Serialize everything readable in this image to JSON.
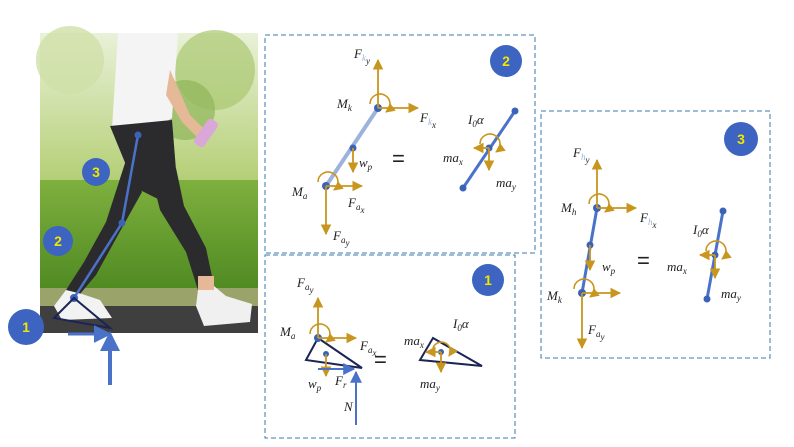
{
  "colors": {
    "segment": "#4a72c8",
    "segment_light": "#9db3dd",
    "joint": "#3a63b8",
    "force_arrow": "#c8961e",
    "panel_border": "#3c78a8",
    "badge_fill": "#3c64c0",
    "badge_text": "#f2e600",
    "foot_outline": "#1c2455",
    "ground_force": "#4a72c8"
  },
  "badges": {
    "photo_1": "1",
    "photo_2": "2",
    "photo_3": "3",
    "panel_1": "1",
    "panel_2": "2",
    "panel_3": "3"
  },
  "panel2": {
    "fky": "F",
    "fky_sub": "k",
    "fky_sub2": "y",
    "fkx": "F",
    "fkx_sub": "k",
    "fkx_sub2": "x",
    "mk": "M",
    "mk_sub": "k",
    "wp": "w",
    "wp_sub": "p",
    "ma": "M",
    "ma_sub": "a",
    "fax": "F",
    "fax_sub": "a",
    "fax_sub2": "x",
    "fay": "F",
    "fay_sub": "a",
    "fay_sub2": "y",
    "equals": "=",
    "i0a": "I",
    "i0a_sub": "0",
    "i0a_tail": "α",
    "max": "ma",
    "max_sub": "x",
    "may": "ma",
    "may_sub": "y"
  },
  "panel1": {
    "fay": "F",
    "fay_sub": "a",
    "fay_sub2": "y",
    "ma": "M",
    "ma_sub": "a",
    "fax": "F",
    "fax_sub": "a",
    "fax_sub2": "x",
    "wp": "w",
    "wp_sub": "p",
    "fr": "F",
    "fr_sub": "r",
    "n": "N",
    "equals": "=",
    "max": "ma",
    "max_sub": "x",
    "i0a": "I",
    "i0a_sub": "0",
    "i0a_tail": "α",
    "may": "ma",
    "may_sub": "y"
  },
  "panel3": {
    "fhy": "F",
    "fhy_sub": "h",
    "fhy_sub2": "y",
    "mh": "M",
    "mh_sub": "h",
    "fhx": "F",
    "fhx_sub": "h",
    "fhx_sub2": "x",
    "wp": "w",
    "wp_sub": "p",
    "mk": "M",
    "mk_sub": "k",
    "fay": "F",
    "fay_sub": "a",
    "fay_sub2": "y",
    "equals": "=",
    "i0a": "I",
    "i0a_sub": "0",
    "i0a_tail": "α",
    "max": "ma",
    "max_sub": "x",
    "may": "ma",
    "may_sub": "y"
  }
}
